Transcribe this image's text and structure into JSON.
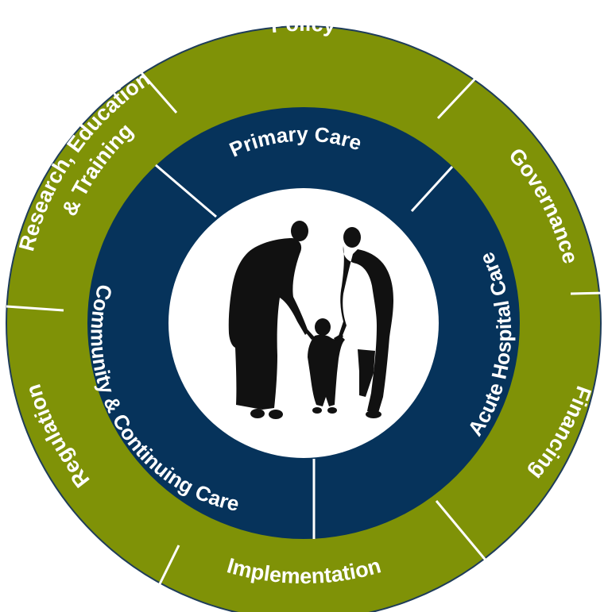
{
  "colors": {
    "outer_ring": "#7f9207",
    "inner_ring": "#06335b",
    "outline": "#1e3c5a",
    "center": "#ffffff",
    "divider": "#ffffff",
    "silhouette": "#111111",
    "text": "#ffffff"
  },
  "outer_ring": {
    "segments": [
      {
        "label": "Policy"
      },
      {
        "label": "Governance"
      },
      {
        "label": "Financing"
      },
      {
        "label": "Implementation"
      },
      {
        "label": "Regulation"
      },
      {
        "label_lines": [
          "Research, Education",
          "& Training"
        ]
      }
    ]
  },
  "inner_ring": {
    "segments": [
      {
        "label": "Primary Care"
      },
      {
        "label": "Acute Hospital Care"
      },
      {
        "label": "Community & Continuing Care"
      }
    ]
  },
  "center": {
    "image": "family-silhouette-icon"
  }
}
